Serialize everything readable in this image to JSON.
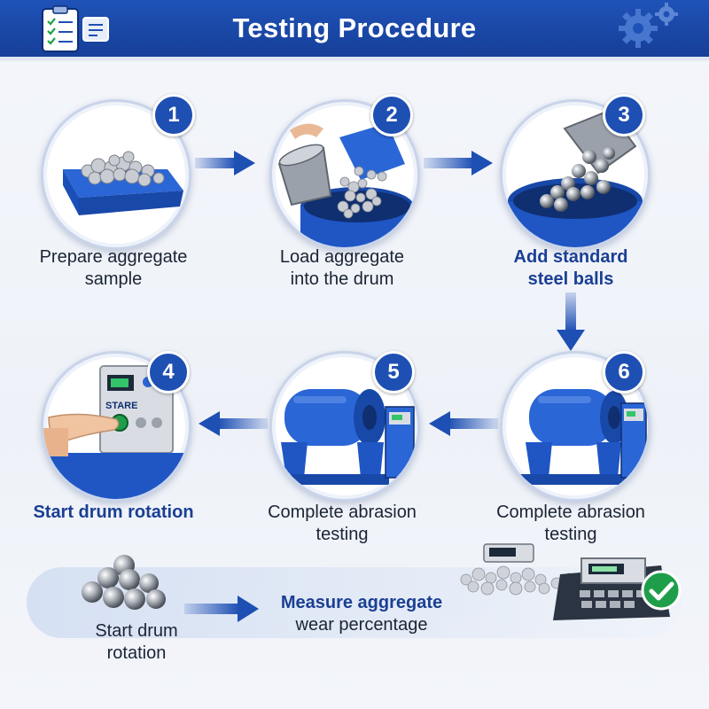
{
  "header": {
    "title": "Testing Procedure",
    "icons": [
      "clipboard-checklist-icon",
      "gears-icon"
    ]
  },
  "steps": [
    {
      "number": "1",
      "caption_lines": [
        "Prepare aggregate",
        "sample"
      ],
      "icon": "aggregate-tray-icon"
    },
    {
      "number": "2",
      "caption_lines": [
        "Load aggregate",
        "into the drum"
      ],
      "icon": "bucket-pour-icon"
    },
    {
      "number": "3",
      "caption_lines": [
        "Add standard",
        "steel balls"
      ],
      "icon": "steel-balls-icon"
    },
    {
      "number": "4",
      "caption_lines": [
        "Start drum rotation"
      ],
      "icon": "control-panel-icon",
      "panel_label": "STARE"
    },
    {
      "number": "5",
      "caption_lines": [
        "Complete abrasion",
        "testing"
      ],
      "icon": "abrasion-drum-icon"
    },
    {
      "number": "6",
      "caption_lines": [
        "Complete abrasion",
        "testing"
      ],
      "icon": "abrasion-drum-icon"
    }
  ],
  "bottom": {
    "left_caption_lines": [
      "Start drum",
      "rotation"
    ],
    "right_caption_lines": [
      "Measure aggregate",
      "wear percentage"
    ],
    "icons": [
      "steel-ball-pile-icon",
      "weighing-scale-icon",
      "checkmark-icon"
    ]
  },
  "colors": {
    "primary_blue": "#1e4fb3",
    "header_blue": "#1f52b8",
    "check_green": "#1e9e4a"
  }
}
